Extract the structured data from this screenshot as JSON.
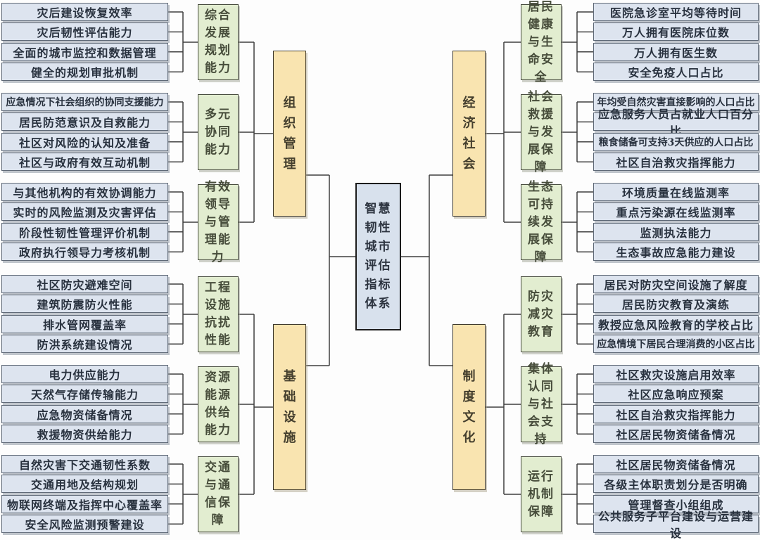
{
  "root": {
    "id": "smart-resilient-city-index-system",
    "label": "智慧韧性城市评估指标体系"
  },
  "colors": {
    "root_fill": "#d8e1ed",
    "branch_fill": "#f9e4b0",
    "group_fill": "#e2edd0",
    "leaf_fill": "#dde4ef",
    "line": "#3f3f3f"
  },
  "branches": [
    {
      "id": "organization-management",
      "label": "组织管理",
      "side": "left",
      "position": "top",
      "groups": [
        {
          "id": "comprehensive-development-planning",
          "label": "综合发展规划能力",
          "leaves": [
            "灾后建设恢复效率",
            "灾后韧性评估能力",
            "全面的城市监控和数据管理",
            "健全的规划审批机制"
          ]
        },
        {
          "id": "multi-coordination",
          "label": "多元协同能力",
          "leaves": [
            "应急情况下社会组织的协同支援能力",
            "居民防范意识及自救能力",
            "社区对风险的认知及准备",
            "社区与政府有效互动机制"
          ]
        },
        {
          "id": "effective-leadership-management",
          "label": "有效领导与管理能力",
          "leaves": [
            "与其他机构的有效协调能力",
            "实时的风险监测及灾害评估",
            "阶段性韧性管理评价机制",
            "政府执行领导力考核机制"
          ]
        }
      ]
    },
    {
      "id": "infrastructure",
      "label": "基础设施",
      "side": "left",
      "position": "bottom",
      "groups": [
        {
          "id": "engineering-facility-resistance",
          "label": "工程设施抗扰性能",
          "leaves": [
            "社区防灾避难空间",
            "建筑防震防火性能",
            "排水管网覆盖率",
            "防洪系统建设情况"
          ]
        },
        {
          "id": "resource-energy-supply",
          "label": "资源能源供给能力",
          "leaves": [
            "电力供应能力",
            "天然气存储传输能力",
            "应急物资储备情况",
            "救援物资供给能力"
          ]
        },
        {
          "id": "transport-communication",
          "label": "交通与通信保障",
          "leaves": [
            "自然灾害下交通韧性系数",
            "交通用地及结构规划",
            "物联网终端及指挥中心覆盖率",
            "安全风险监测预警建设"
          ]
        }
      ]
    },
    {
      "id": "economy-society",
      "label": "经济社会",
      "side": "right",
      "position": "top",
      "groups": [
        {
          "id": "resident-health-life-safety",
          "label": "居民健康与生命安全",
          "leaves": [
            "医院急诊室平均等待时间",
            "万人拥有医院床位数",
            "万人拥有医生数",
            "安全免疫人口占比"
          ]
        },
        {
          "id": "social-rescue-development",
          "label": "社会救援与发展保障",
          "leaves": [
            "年均受自然灾害直接影响的人口占比",
            "应急服务人员占就业人口百分比",
            "粮食储备可支持3天供应的人口占比",
            "社区自治救灾指挥能力"
          ]
        },
        {
          "id": "ecological-sustainability",
          "label": "生态可持续发展保障",
          "leaves": [
            "环境质量在线监测率",
            "重点污染源在线监测率",
            "监测执法能力",
            "生态事故应急能力建设"
          ]
        }
      ]
    },
    {
      "id": "institution-culture",
      "label": "制度文化",
      "side": "right",
      "position": "bottom",
      "groups": [
        {
          "id": "disaster-prevention-education",
          "label": "防灾减灾教育",
          "leaves": [
            "居民对防灾空间设施了解度",
            "居民防灾教育及演练",
            "教授应急风险教育的学校占比",
            "应急情境下居民合理消费的小区占比"
          ]
        },
        {
          "id": "collective-identity-social-support",
          "label": "集体认同与社会支持",
          "leaves": [
            "社区救灾设施启用效率",
            "社区应急响应预案",
            "社区自治救灾指挥能力",
            "社区居民物资储备情况"
          ]
        },
        {
          "id": "operation-mechanism",
          "label": "运行机制保障",
          "leaves": [
            "社区居民物资储备情况",
            "各级主体职责划分是否明确",
            "管理督查小组组成",
            "公共服务子平台建设与运营建设"
          ]
        }
      ]
    }
  ]
}
